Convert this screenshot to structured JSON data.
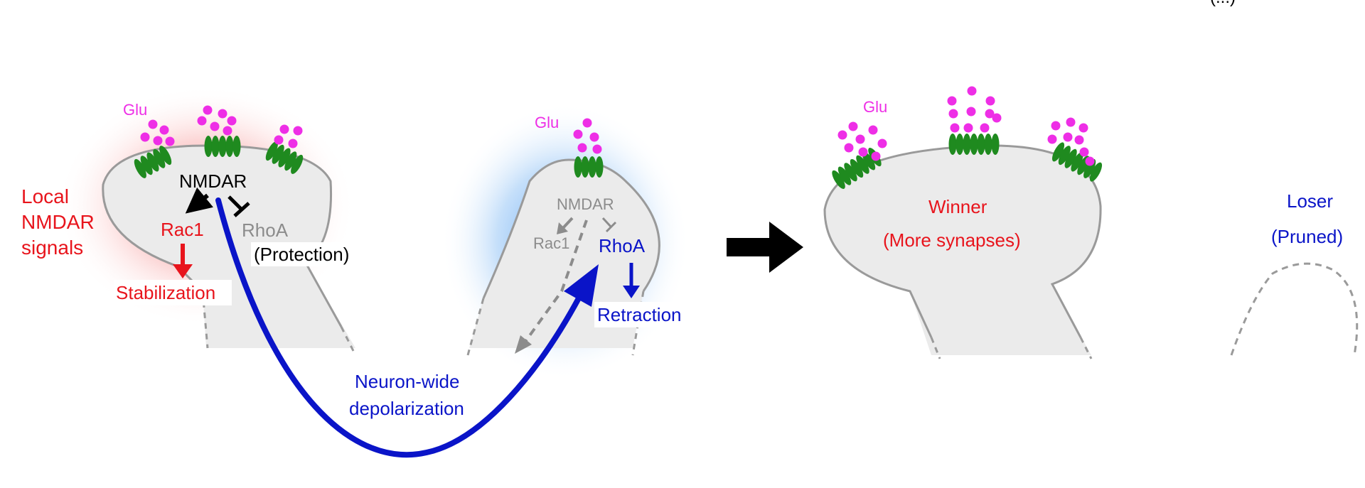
{
  "colors": {
    "red": "#e8141c",
    "blue": "#0a14c8",
    "gray": "#8c8c8c",
    "magenta": "#ee2ee6",
    "green": "#1f8a1f",
    "spine_fill": "#ebebeb",
    "black": "#000000"
  },
  "top_right_fragment": "(...)",
  "left_spine": {
    "glu": "Glu",
    "nmdar": "NMDAR",
    "rac1": "Rac1",
    "rhoa": "RhoA",
    "protection": "(Protection)",
    "stabilization": "Stabilization"
  },
  "local_signals": {
    "line1": "Local",
    "line2": "NMDAR",
    "line3": "signals"
  },
  "middle_spine": {
    "glu": "Glu",
    "nmdar": "NMDAR",
    "rac1": "Rac1",
    "rhoa": "RhoA",
    "retraction": "Retraction"
  },
  "depolarization": {
    "line1": "Neuron-wide",
    "line2": "depolarization"
  },
  "winner": {
    "glu": "Glu",
    "title": "Winner",
    "subtitle": "(More synapses)"
  },
  "loser": {
    "title": "Loser",
    "subtitle": "(Pruned)"
  }
}
